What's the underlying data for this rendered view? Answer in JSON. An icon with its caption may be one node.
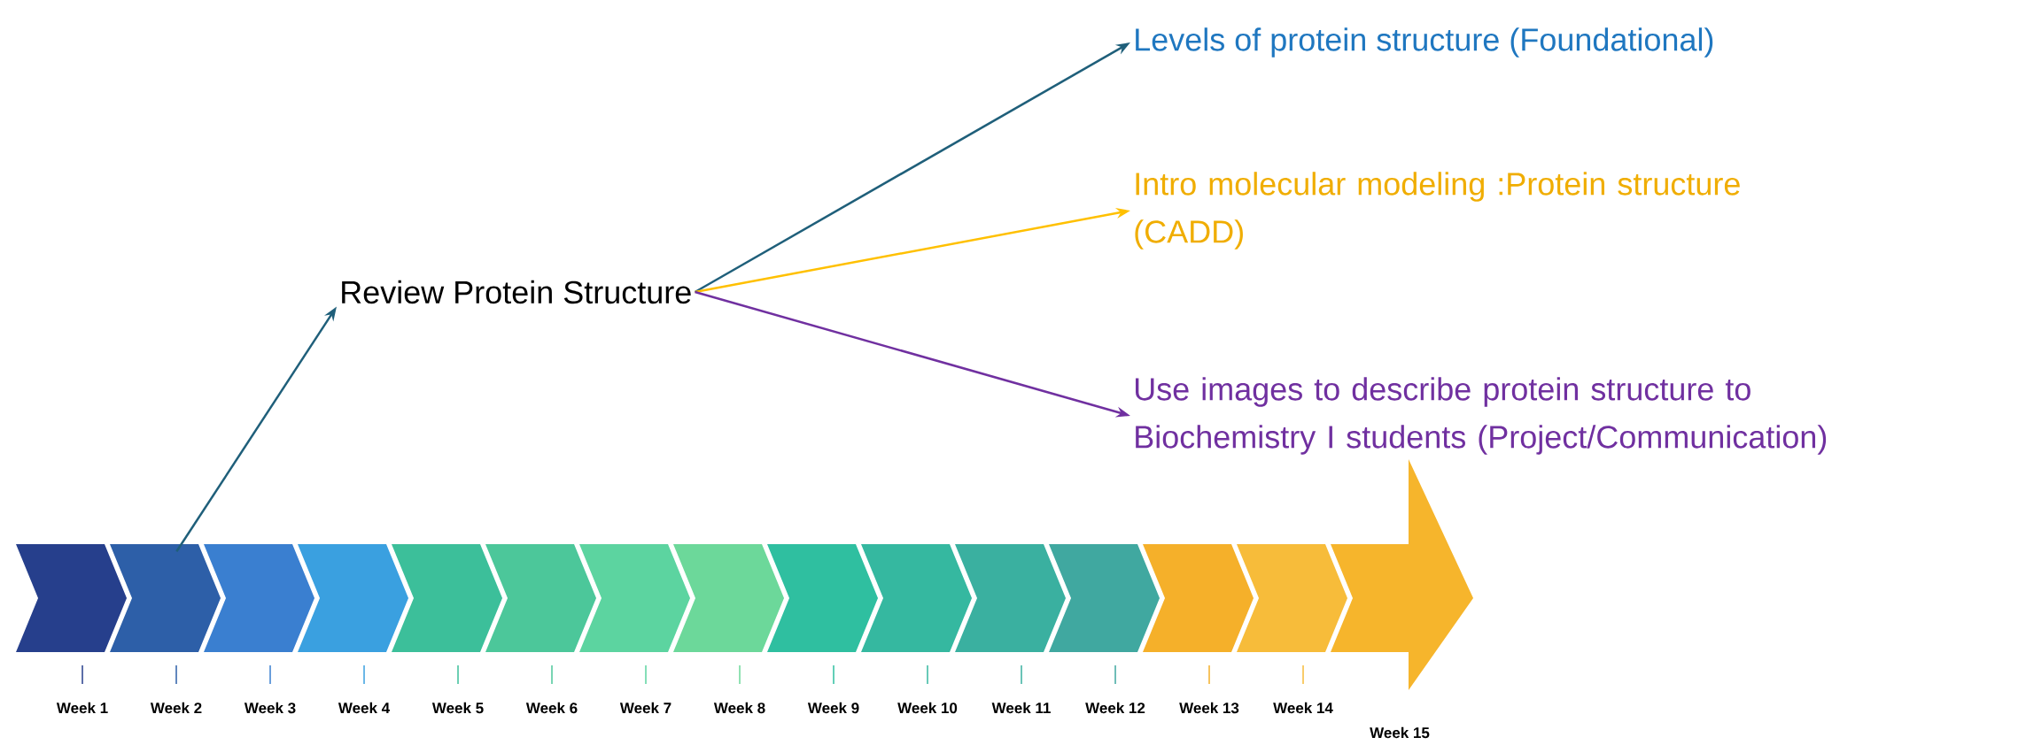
{
  "diagram": {
    "nodes": [
      {
        "text": [
          "Levels of protein structure (Foundational)"
        ]
      },
      {
        "text": [
          "Intro molecular modeling :Protein structure (CADD)"
        ]
      },
      {
        "text": [
          "Review Protein Structure"
        ]
      },
      {
        "text": [
          "Use images to describe protein structure to Biochemistry I students (Project/Communication)"
        ]
      },
      {
        "text": [],
        "shape": "arrow",
        "beside": [
          "Week 1",
          "Week 2",
          "Week 3",
          "Week 4",
          "Week 5",
          "Week 6",
          "Week 7",
          "Week 8",
          "Week 9",
          "Week 10",
          "Week 11",
          "Week 12",
          "Week 13",
          "Week 14",
          "Week 15"
        ]
      }
    ],
    "edges": [
      {
        "from": 4,
        "to": 2,
        "arrow": "to",
        "color": "#1f5f7a"
      },
      {
        "from": 2,
        "to": 0,
        "arrow": "to",
        "color": "#1f5f7a"
      },
      {
        "from": 2,
        "to": 1,
        "arrow": "to",
        "color": "#ffc000"
      },
      {
        "from": 2,
        "to": 3,
        "arrow": "to",
        "color": "#7030a0"
      }
    ]
  }
}
